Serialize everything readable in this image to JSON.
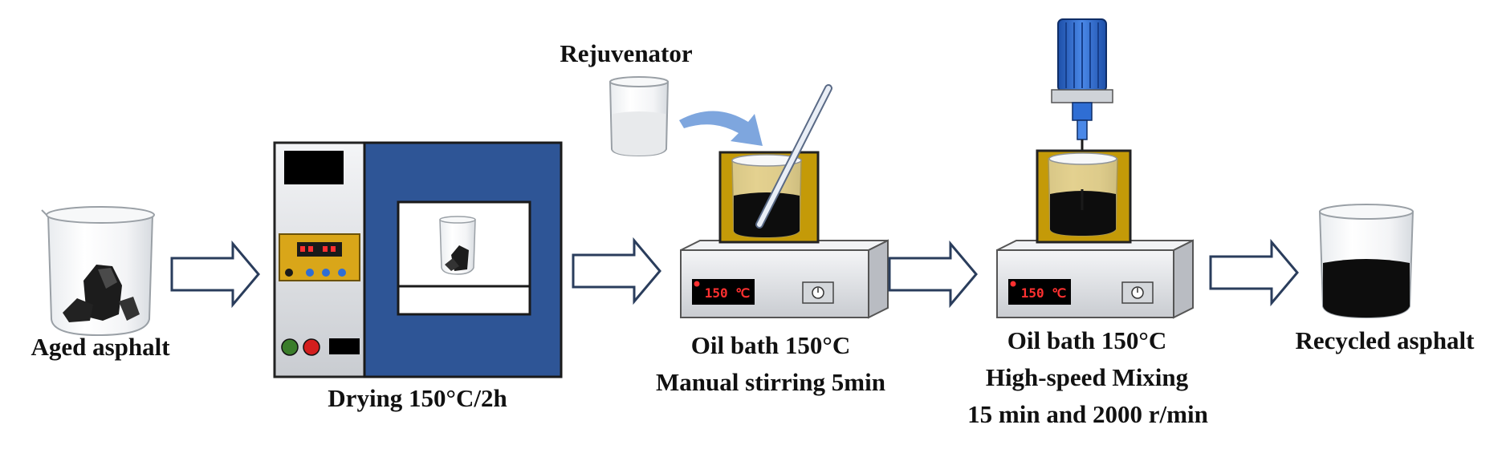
{
  "steps": {
    "aged": {
      "label": "Aged asphalt"
    },
    "drying": {
      "label": "Drying 150°C/2h"
    },
    "rejuvenator": {
      "label": "Rejuvenator"
    },
    "manual": {
      "line1": "Oil bath 150°C",
      "line2": "Manual stirring 5min",
      "display": "150 ℃"
    },
    "highspeed": {
      "line1": "Oil bath 150°C",
      "line2": "High-speed Mixing",
      "line3": "15 min and 2000 r/min",
      "display": "150 ℃"
    },
    "recycled": {
      "label": "Recycled asphalt"
    }
  },
  "colors": {
    "oven_door": "#2e5596",
    "oil_bath": "#c49a08",
    "asphalt": "#0d0d0d",
    "arrow_outline": "#2a3d5c",
    "mixer_blue": "#2f6ed4",
    "readout_red": "#ff3030"
  }
}
